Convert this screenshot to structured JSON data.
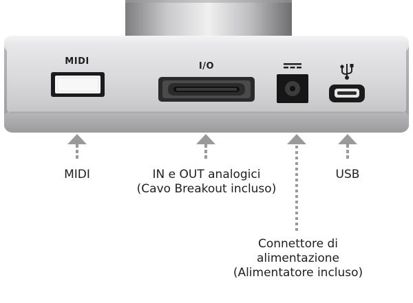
{
  "device": {
    "port_labels": {
      "midi": "MIDI",
      "io": "I/O"
    },
    "icons": {
      "power": "dc-power-symbol-icon",
      "usb": "usb-trident-icon"
    }
  },
  "callouts": {
    "midi": "MIDI",
    "io_line1": "IN e OUT analogici",
    "io_line2": "(Cavo Breakout incluso)",
    "power_line1": "Connettore di",
    "power_line2": "alimentazione",
    "power_line3": "(Alimentatore incluso)",
    "usb": "USB"
  },
  "colors": {
    "body_silver": "#d9d9db",
    "panel_shadow": "#b2b2b4",
    "arrow_gray": "#9a9a9a",
    "port_black": "#151515"
  }
}
